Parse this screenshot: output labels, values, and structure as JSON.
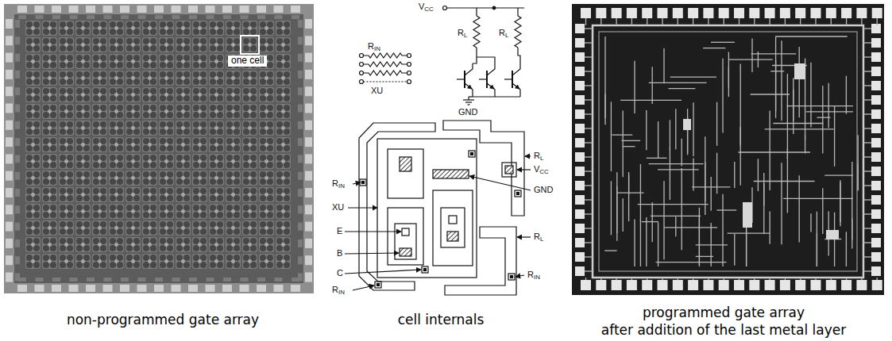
{
  "diagram": {
    "labels": [
      "one cell",
      "VCC",
      "RL",
      "RL",
      "RIN",
      "XU",
      "GND",
      "RIN",
      "XU",
      "E",
      "B",
      "C",
      "RIN",
      "RL",
      "VCC",
      "GND",
      "RL",
      "RIN",
      "non-programmed gate array",
      "cell internals",
      "programmed gate array after addition of the last metal layer"
    ]
  }
}
